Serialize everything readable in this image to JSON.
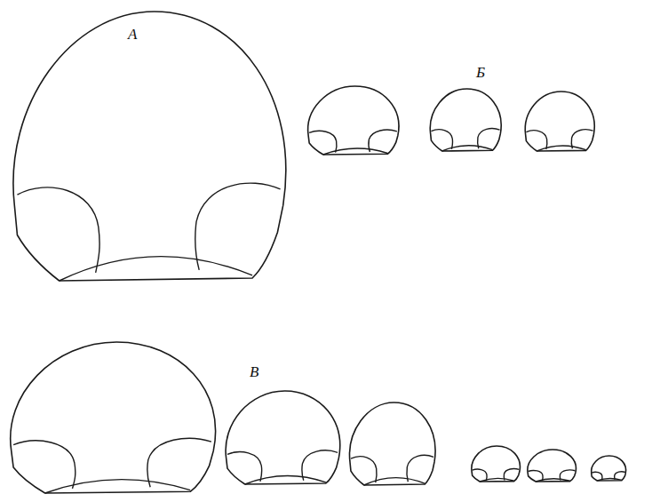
{
  "diagram": {
    "labels": [
      "А",
      "Б",
      "В"
    ]
  }
}
